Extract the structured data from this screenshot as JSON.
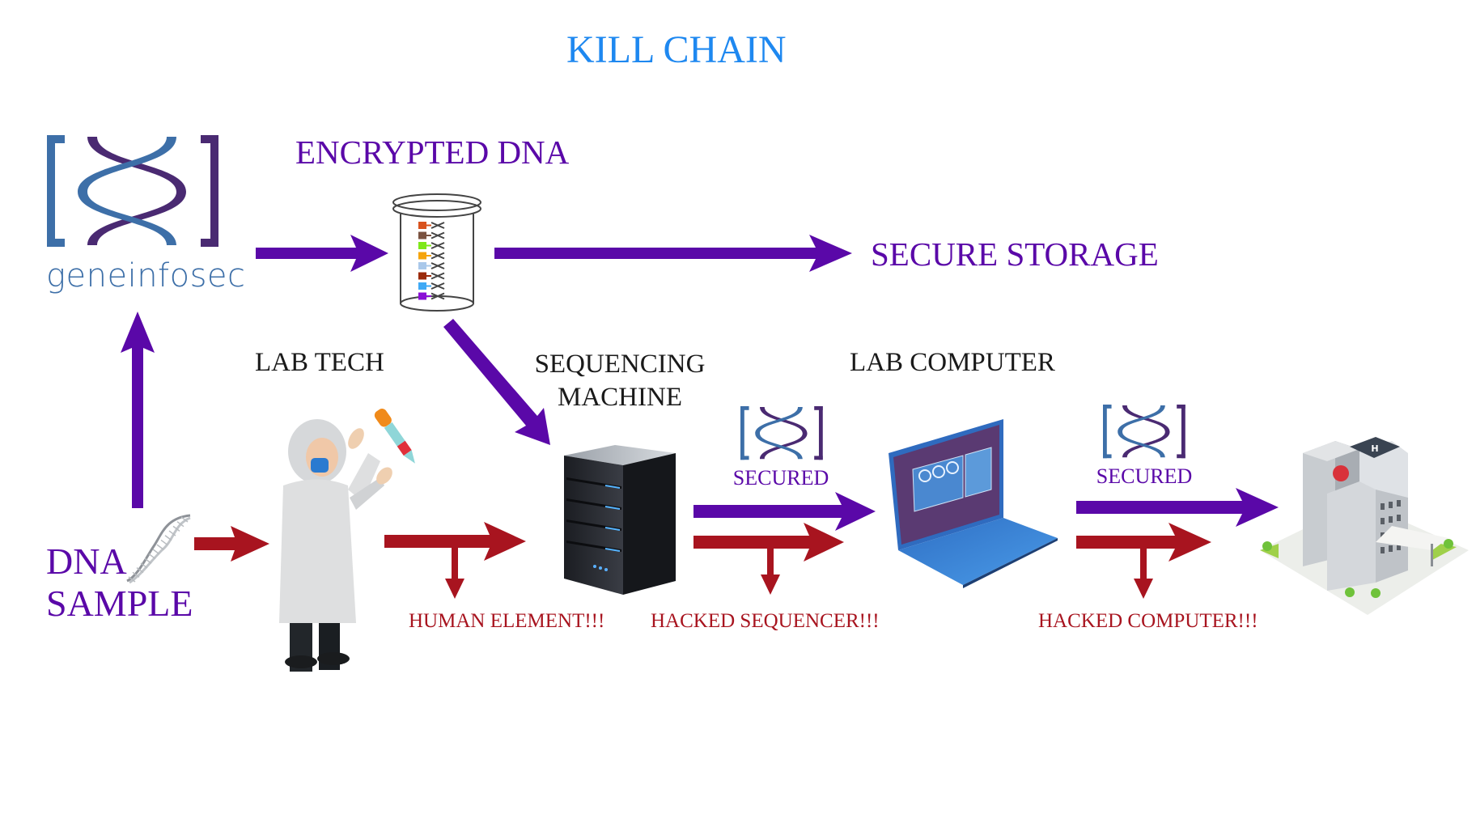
{
  "title": "KILL CHAIN",
  "colors": {
    "title": "#1e88f0",
    "secure_path": "#5a08a8",
    "attack_path": "#a8141f",
    "logo_blue": "#3d6fa8",
    "logo_purple": "#4a2a72"
  },
  "logo": {
    "icon": "dna-bracket-logo-icon",
    "brand_name": "geneinfosec"
  },
  "nodes": {
    "encrypted_dna": {
      "label": "ENCRYPTED DNA",
      "icon": "test-tube-icon"
    },
    "secure_storage": {
      "label": "SECURE STORAGE"
    },
    "lab_tech": {
      "label": "LAB TECH",
      "icon": "lab-technician-icon"
    },
    "sequencing_machine": {
      "line1": "SEQUENCING",
      "line2": "MACHINE",
      "icon": "server-icon"
    },
    "lab_computer": {
      "label": "LAB COMPUTER",
      "icon": "laptop-icon"
    },
    "dna_sample": {
      "line1": "DNA",
      "line2": "SAMPLE",
      "icon": "dna-helix-icon"
    },
    "hospital": {
      "icon": "hospital-building-icon"
    }
  },
  "badges": [
    {
      "label": "SECURED",
      "icon": "dna-bracket-logo-icon"
    },
    {
      "label": "SECURED",
      "icon": "dna-bracket-logo-icon"
    }
  ],
  "threats": [
    {
      "label": "HUMAN ELEMENT!!!"
    },
    {
      "label": "HACKED SEQUENCER!!!"
    },
    {
      "label": "HACKED COMPUTER!!!"
    }
  ],
  "tube_strands": [
    "#d9531e",
    "#7a5240",
    "#7ee81a",
    "#f5a40c",
    "#a9c8ea",
    "#9b2a0a",
    "#3fa9f5",
    "#8a0fd6"
  ]
}
